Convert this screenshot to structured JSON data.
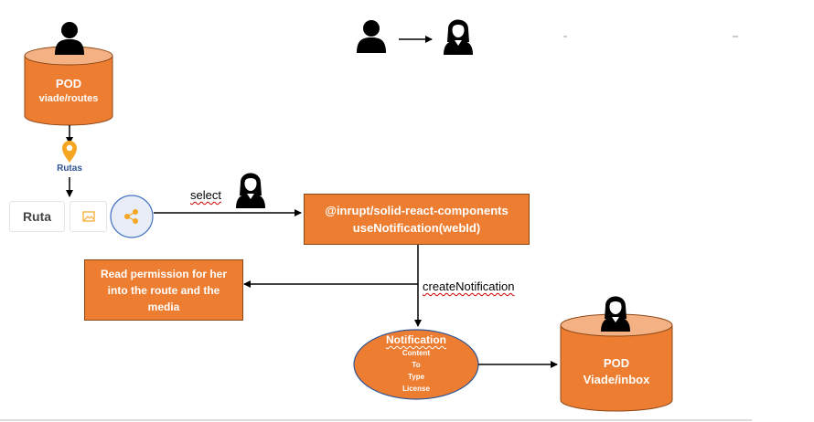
{
  "pod_routes": {
    "line1": "POD",
    "line2": "viade/routes"
  },
  "pin_label": "Rutas",
  "ruta_label": "Ruta",
  "select_label": "select",
  "components_box": {
    "line1": "@inrupt/solid-react-components",
    "line2": "useNotification(webId)"
  },
  "create_label": "createNotification",
  "read_box": {
    "line1": "Read permission for her",
    "line2": "into the route and the",
    "line3": "media"
  },
  "notification": {
    "title": "Notification",
    "items": [
      "Content",
      "To",
      "Type",
      "License"
    ]
  },
  "pod_inbox": {
    "line1": "POD",
    "line2": "Viade/inbox"
  },
  "colors": {
    "accent": "#ed7d31",
    "accent_dark": "#8c4717",
    "cylinder_top": "#f4b183",
    "pin": "#f5a623",
    "share_bg": "#e8edf7",
    "share_border": "#4472c4"
  },
  "icons": [
    "person-icon",
    "woman-icon",
    "location-pin-icon",
    "image-icon",
    "share-icon"
  ]
}
